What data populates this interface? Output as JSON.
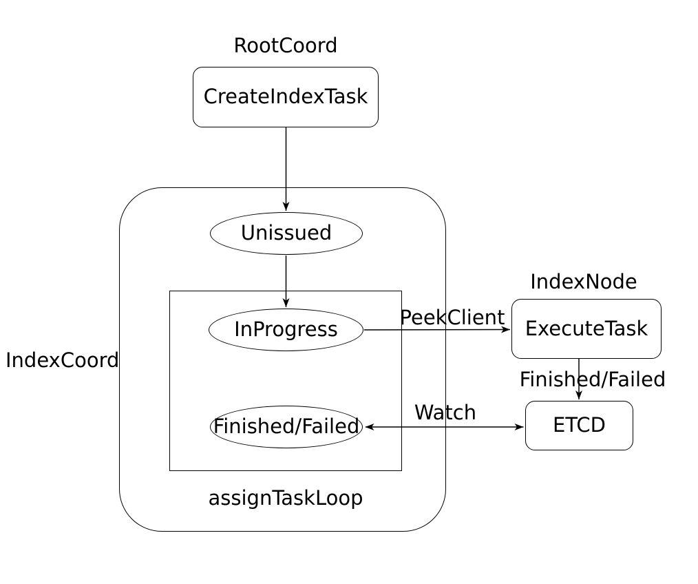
{
  "diagram": {
    "background": "#ffffff",
    "stroke_color": "#000000",
    "text_color": "#000000",
    "groups": {
      "root_coord": {
        "label": "RootCoord"
      },
      "index_coord": {
        "label": "IndexCoord"
      },
      "index_node": {
        "label": "IndexNode"
      },
      "assign_task_loop": {
        "label": "assignTaskLoop"
      }
    },
    "nodes": {
      "create_index_task": {
        "label": "CreateIndexTask",
        "shape": "rounded-rectangle",
        "container": "RootCoord"
      },
      "unissued": {
        "label": "Unissued",
        "shape": "ellipse",
        "container": "IndexCoord"
      },
      "in_progress": {
        "label": "InProgress",
        "shape": "ellipse",
        "container": "assignTaskLoop"
      },
      "finished_failed": {
        "label": "Finished/Failed",
        "shape": "ellipse",
        "container": "assignTaskLoop"
      },
      "execute_task": {
        "label": "ExecuteTask",
        "shape": "rounded-rectangle",
        "container": "IndexNode"
      },
      "etcd": {
        "label": "ETCD",
        "shape": "rounded-rectangle",
        "container": ""
      }
    },
    "edges": [
      {
        "from": "create_index_task",
        "to": "unissued",
        "label": "",
        "direction": "down",
        "arrows": "end"
      },
      {
        "from": "unissued",
        "to": "in_progress",
        "label": "",
        "direction": "down",
        "arrows": "end"
      },
      {
        "from": "in_progress",
        "to": "execute_task",
        "label": "PeekClient",
        "direction": "right",
        "arrows": "end"
      },
      {
        "from": "execute_task",
        "to": "etcd",
        "label": "Finished/Failed",
        "direction": "down",
        "arrows": "end"
      },
      {
        "from": "finished_failed",
        "to": "etcd",
        "label": "Watch",
        "direction": "horizontal",
        "arrows": "both"
      }
    ]
  }
}
